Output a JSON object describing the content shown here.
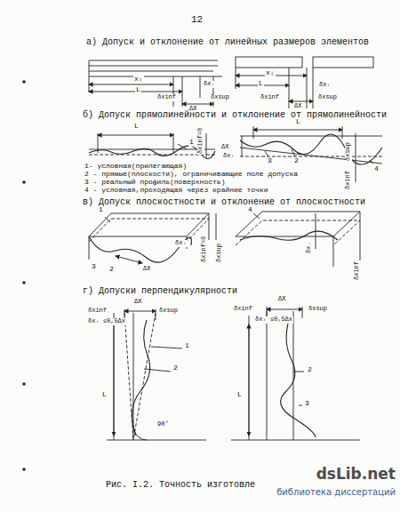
{
  "diagram": {
    "caption": "Рис. I.2. Точность изготовле",
    "labels": [
      "12",
      "а) Допуск и отклонение от линейных размеров элементов",
      "xᵢ",
      "L",
      "δxᵢ",
      "δxinf",
      "ΔX",
      "δxsup",
      "xᵢ",
      "L",
      "δxᵢ",
      "δxinf",
      "ΔX",
      "δxsup",
      "б) Допуск прямолинейности и отклонение от прямолинейности",
      "L",
      "1",
      "δxinf=0",
      "L",
      "ΔX",
      "δxᵢ",
      "3",
      "2",
      "4",
      "δxsup",
      "δxinf",
      "1- условная(прилегающая)",
      "2 - прямые(плоскости), ограничивающие поле допуска",
      "3 - реальный профиль(поверхность)",
      "4 - условная,проходящая через крайние точки",
      "в) Допуск плоскостности и отклонение от плоскостности",
      "1",
      "δxᵢ",
      "δxinf=0",
      "δxsup",
      "3",
      "2",
      "ΔX",
      "4",
      "δxᵢ",
      "δxinf",
      "г) Допуски перпендикулярности",
      "ΔX",
      "δxinf",
      "δxsup",
      "δxᵢ ≤0,5Δx",
      "1",
      "2",
      "L",
      "90°",
      "ΔX",
      "δxinf",
      "δxᵢ ≤0,5Δx",
      "δxsup",
      "L",
      "2",
      "3",
      "dsLib.net",
      "библиотека диссертаций"
    ]
  }
}
